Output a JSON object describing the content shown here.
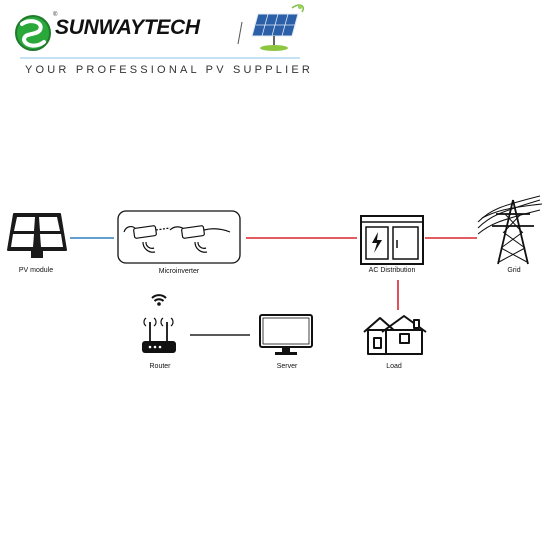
{
  "header": {
    "brand": "SUNWAYTECH",
    "registered_mark": "®",
    "tagline": "YOUR PROFESSIONAL PV SUPPLIER"
  },
  "diagram": {
    "nodes": {
      "pv_module": "PV module",
      "microinverter": "Microinverter",
      "ac_distribution": "AC Distribution",
      "grid": "Grid",
      "router": "Router",
      "server": "Server",
      "load": "Load"
    }
  },
  "colors": {
    "dc_link": "#2e7fc0",
    "ac_link": "#d9272e",
    "data_link": "#222222",
    "logo_green": "#2aa83a",
    "logo_dark": "#1f7a2c",
    "header_rule": "#8fc6e8"
  }
}
